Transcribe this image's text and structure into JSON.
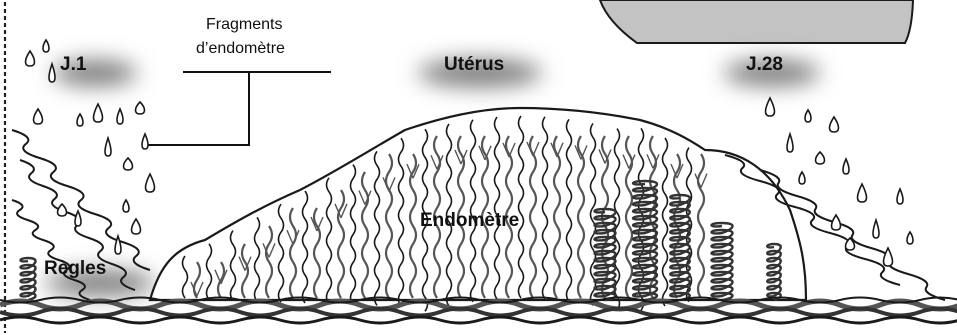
{
  "labels": {
    "day_start": "J.1",
    "day_end": "J.28",
    "uterus": "Utérus",
    "endometrium": "Endomètre",
    "menstruation": "Règles",
    "fragments_line1": "Fragments",
    "fragments_line2": "d’endomètre"
  },
  "colors": {
    "ink": "#1a1a1a",
    "vessel": "#555555",
    "blur": "#7d7d7d",
    "background_panel": "#c3c3c3",
    "tissue_fill": "#ffffff"
  }
}
